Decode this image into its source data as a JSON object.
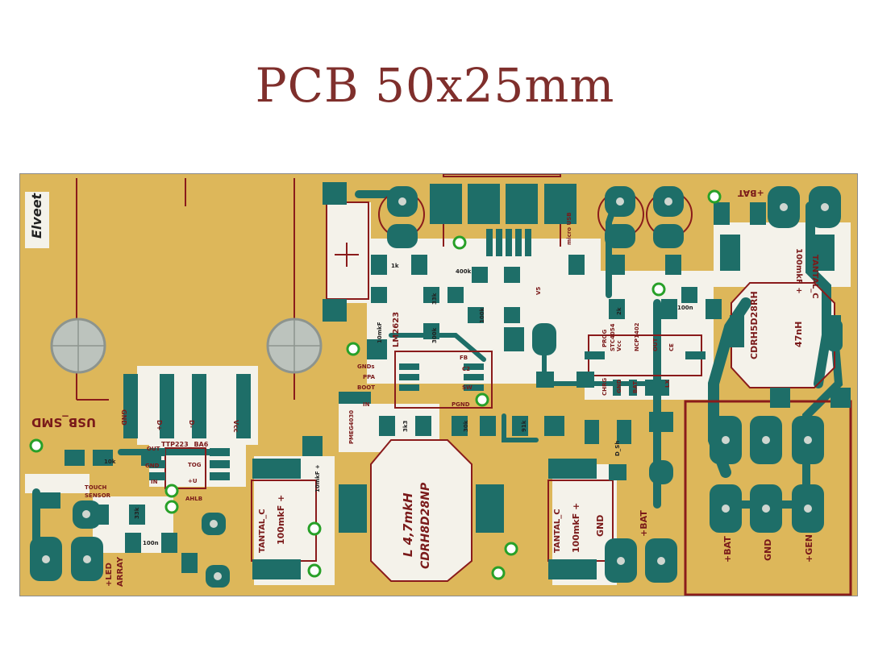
{
  "title": "PCB 50x25mm",
  "labels": {
    "brand": "Elveet",
    "bat_top": "+BAT",
    "usb_smd": "USB_SMD",
    "gnd_usb": "GND",
    "d_plus": "D+",
    "d_minus": "D-",
    "vcc_usb": "Vcc",
    "micro_usb": "micro USB",
    "ttp": "TTP223_ BA6",
    "out": "OUT",
    "gnd_ttp": "GND",
    "in": "IN",
    "tog": "TOG",
    "plus_u": "+U",
    "ahlb": "AHLB",
    "touch": "TOUCH",
    "sensor": "SENSOR",
    "led": "+LED",
    "array": "ARRAY",
    "lm": "LM2623",
    "tantal1": "TANTAL_C",
    "cap1": "100mkF +",
    "tantal2": "TANTAL_C",
    "cap2": "100mkF +",
    "tantal3": "TANTAL_C",
    "cap3": "100mkF +",
    "inductor_l": "L 4,7mkH",
    "inductor_part": "CDRH8D28NP",
    "inductor2_part": "CDRH5D28RH",
    "inductor2_val": "47nH",
    "bat_bottom": "+BAT",
    "gnd_bottom": "GND",
    "gen_bottom": "+GEN",
    "bat_mid": "+BAT",
    "gnd_mid": "GND",
    "prog": "PROG",
    "stc": "STC4054",
    "ncp": "NCP1402",
    "chrg": "CHRG",
    "gnd_ic": "GND",
    "bat_ic": "BAT",
    "lx": "LX",
    "out_ic": "OUT",
    "ce": "CE",
    "vcc_ic": "Vcc",
    "pmeg": "PMEG4030",
    "pgnd": "PGND",
    "fb": "FB",
    "r1k": "1k",
    "r400k": "400k",
    "r33k": "33k",
    "r300k": "300k",
    "r100k": "100k",
    "r2k": "2k",
    "r10k": "10k",
    "r3_3": "3k3",
    "r30k": "30k",
    "r91k": "91k",
    "c100n": "100n",
    "c10mkf": "10mkF",
    "c10mkf_plus": "10mkF +",
    "c33k": "33k",
    "c100n_b": "100n",
    "d_sh": "D_Sh",
    "gnd_pin": "GNDs",
    "ppa": "PPA",
    "boot": "BOOT",
    "v5": "V5",
    "c2": "C2",
    "sw": "SW",
    "in_pin": "IN"
  },
  "colors": {
    "board": "#ddb75a",
    "copper": "#1e6e68",
    "silk_dark": "#7a1a1a",
    "silk_light": "#f4f2ea",
    "via_ring": "#28a028",
    "title": "#7f2f2c"
  }
}
